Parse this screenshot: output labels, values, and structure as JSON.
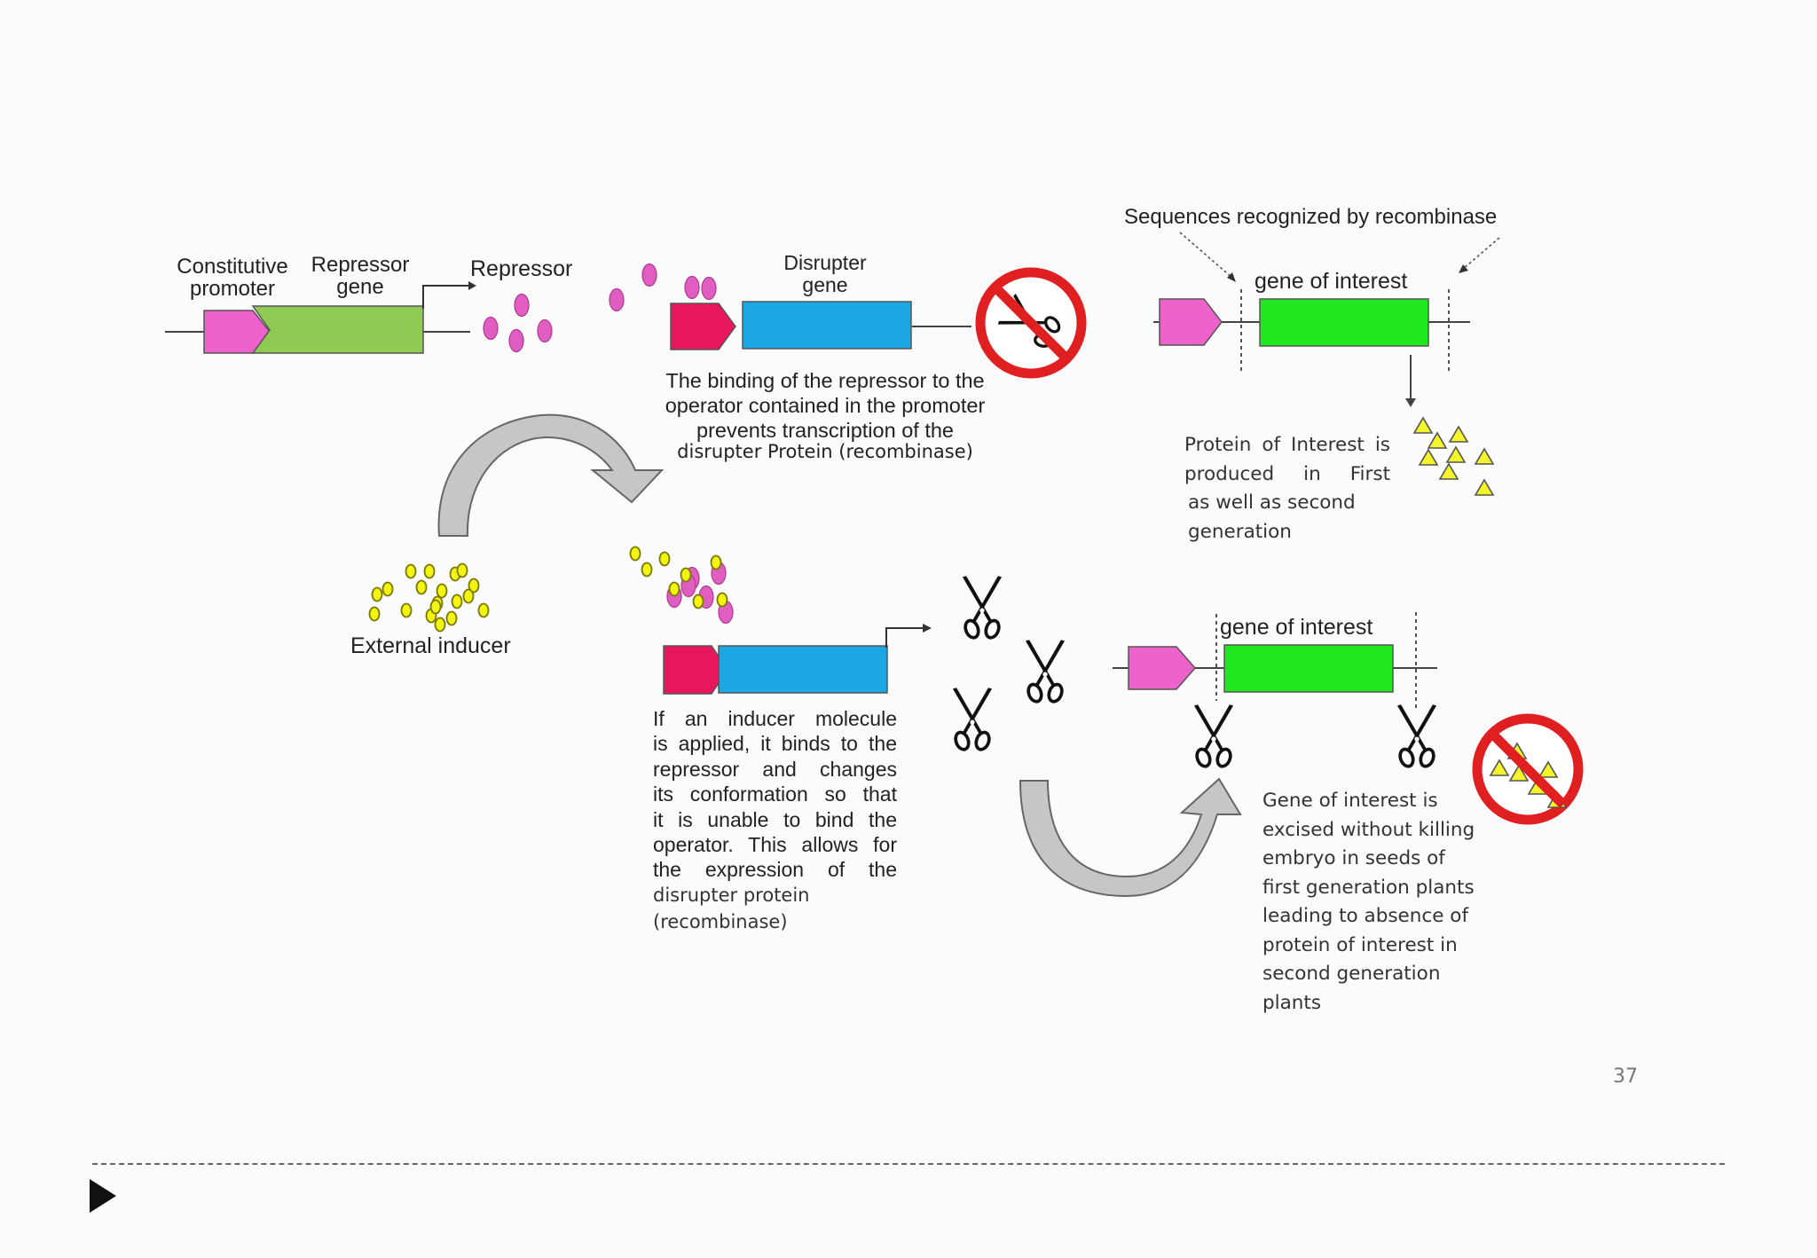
{
  "labels": {
    "constitutive_promoter": [
      "Constitutive",
      "promoter"
    ],
    "repressor_gene": [
      "Repressor",
      "gene"
    ],
    "repressor": "Repressor",
    "disrupter_gene": [
      "Disrupter",
      "gene"
    ],
    "sequences_recognized": "Sequences recognized by recombinase",
    "gene_of_interest_top": "gene of interest",
    "gene_of_interest_bottom": "gene of interest",
    "external_inducer": "External inducer"
  },
  "captions": {
    "binding": [
      "The binding of the repressor to the",
      "operator contained in the promoter",
      "prevents transcription of the",
      "disrupter Protein (recombinase)"
    ],
    "protein_produced": [
      "Protein of Interest is",
      "produced in First",
      "as well as second",
      "generation"
    ],
    "inducer": [
      "If an inducer molecule",
      "is applied, it binds to the",
      "repressor and changes",
      "its conformation so that",
      "it is unable to bind the",
      "operator. This allows for",
      "the expression of the",
      "disrupter protein",
      "(recombinase)"
    ],
    "excised": [
      "Gene of interest is",
      "excised without killing",
      "embryo in seeds of",
      "first generation plants",
      "leading to absence of",
      "protein of interest in",
      "second generation",
      "plants"
    ]
  },
  "page_number": "37",
  "colors": {
    "promoter": "#ee62cc",
    "repressor_gene": "#8fcb52",
    "operator_promoter": "#e8175d",
    "disrupter_gene": "#1aa7e4",
    "gene_of_interest": "#1fe81f",
    "repressor_molecule": "#e05ec2",
    "inducer_molecule": "#f4f412",
    "no_symbol": "#e02020",
    "protein_triangle": "#f4f42a"
  },
  "icons": [
    "scissors-icon",
    "no-cutting-icon",
    "no-protein-icon",
    "curved-arrow-icon",
    "play-arrow-icon"
  ]
}
